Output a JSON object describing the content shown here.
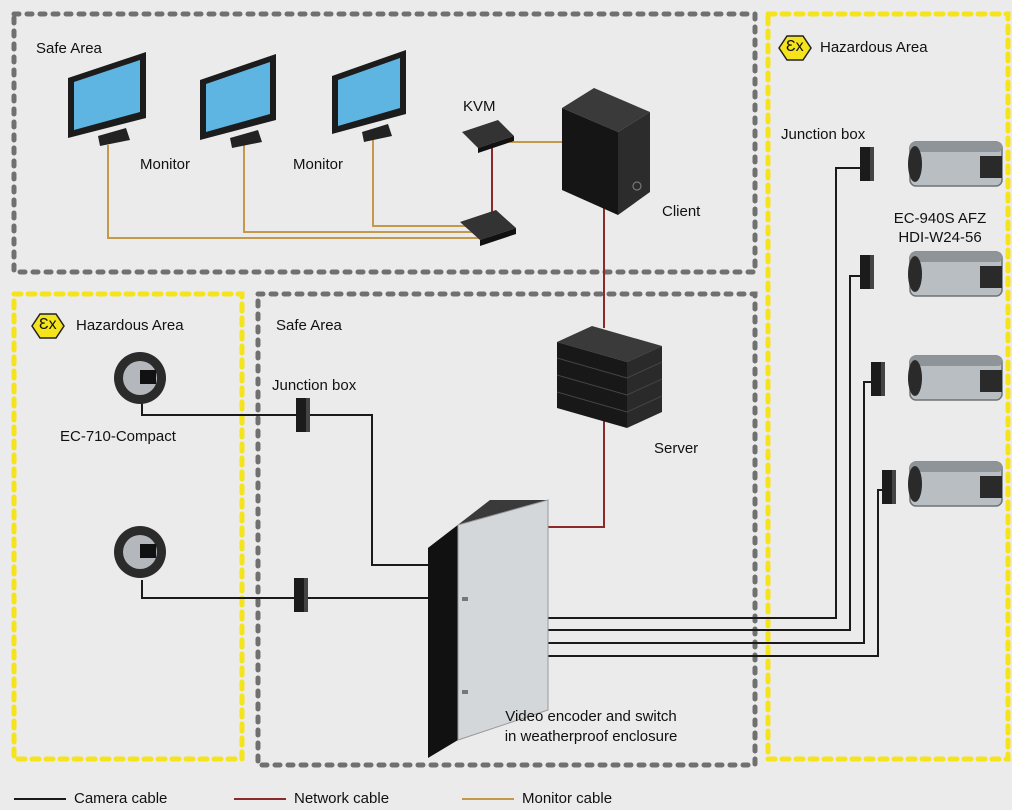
{
  "colors": {
    "camera_cable": "#1a1a1a",
    "network_cable": "#8b2a2a",
    "monitor_cable": "#c49a4a",
    "safe_border": "#707070",
    "hazard_border": "#f5e31c",
    "ex_badge": "#f5e31c",
    "background": "#ebebeb"
  },
  "zones": {
    "top_safe": "Safe Area",
    "right_hazard": "Hazardous Area",
    "left_hazard": "Hazardous Area",
    "bottom_safe": "Safe Area"
  },
  "ex_symbol": "Ɛx",
  "devices": {
    "monitor_1": "Monitor",
    "monitor_2": "Monitor",
    "kvm": "KVM",
    "client": "Client",
    "server": "Server",
    "junction_box_right": "Junction box",
    "junction_box_left": "Junction box",
    "compact_camera": "EC-710-Compact",
    "camera_model_line1": "EC-940S AFZ",
    "camera_model_line2": "HDI-W24-56",
    "encoder_line1": "Video encoder and switch",
    "encoder_line2": "in weatherproof enclosure"
  },
  "legend": [
    {
      "label": "Camera cable",
      "color": "#1a1a1a"
    },
    {
      "label": "Network cable",
      "color": "#8b2a2a"
    },
    {
      "label": "Monitor cable",
      "color": "#c49a4a"
    }
  ]
}
